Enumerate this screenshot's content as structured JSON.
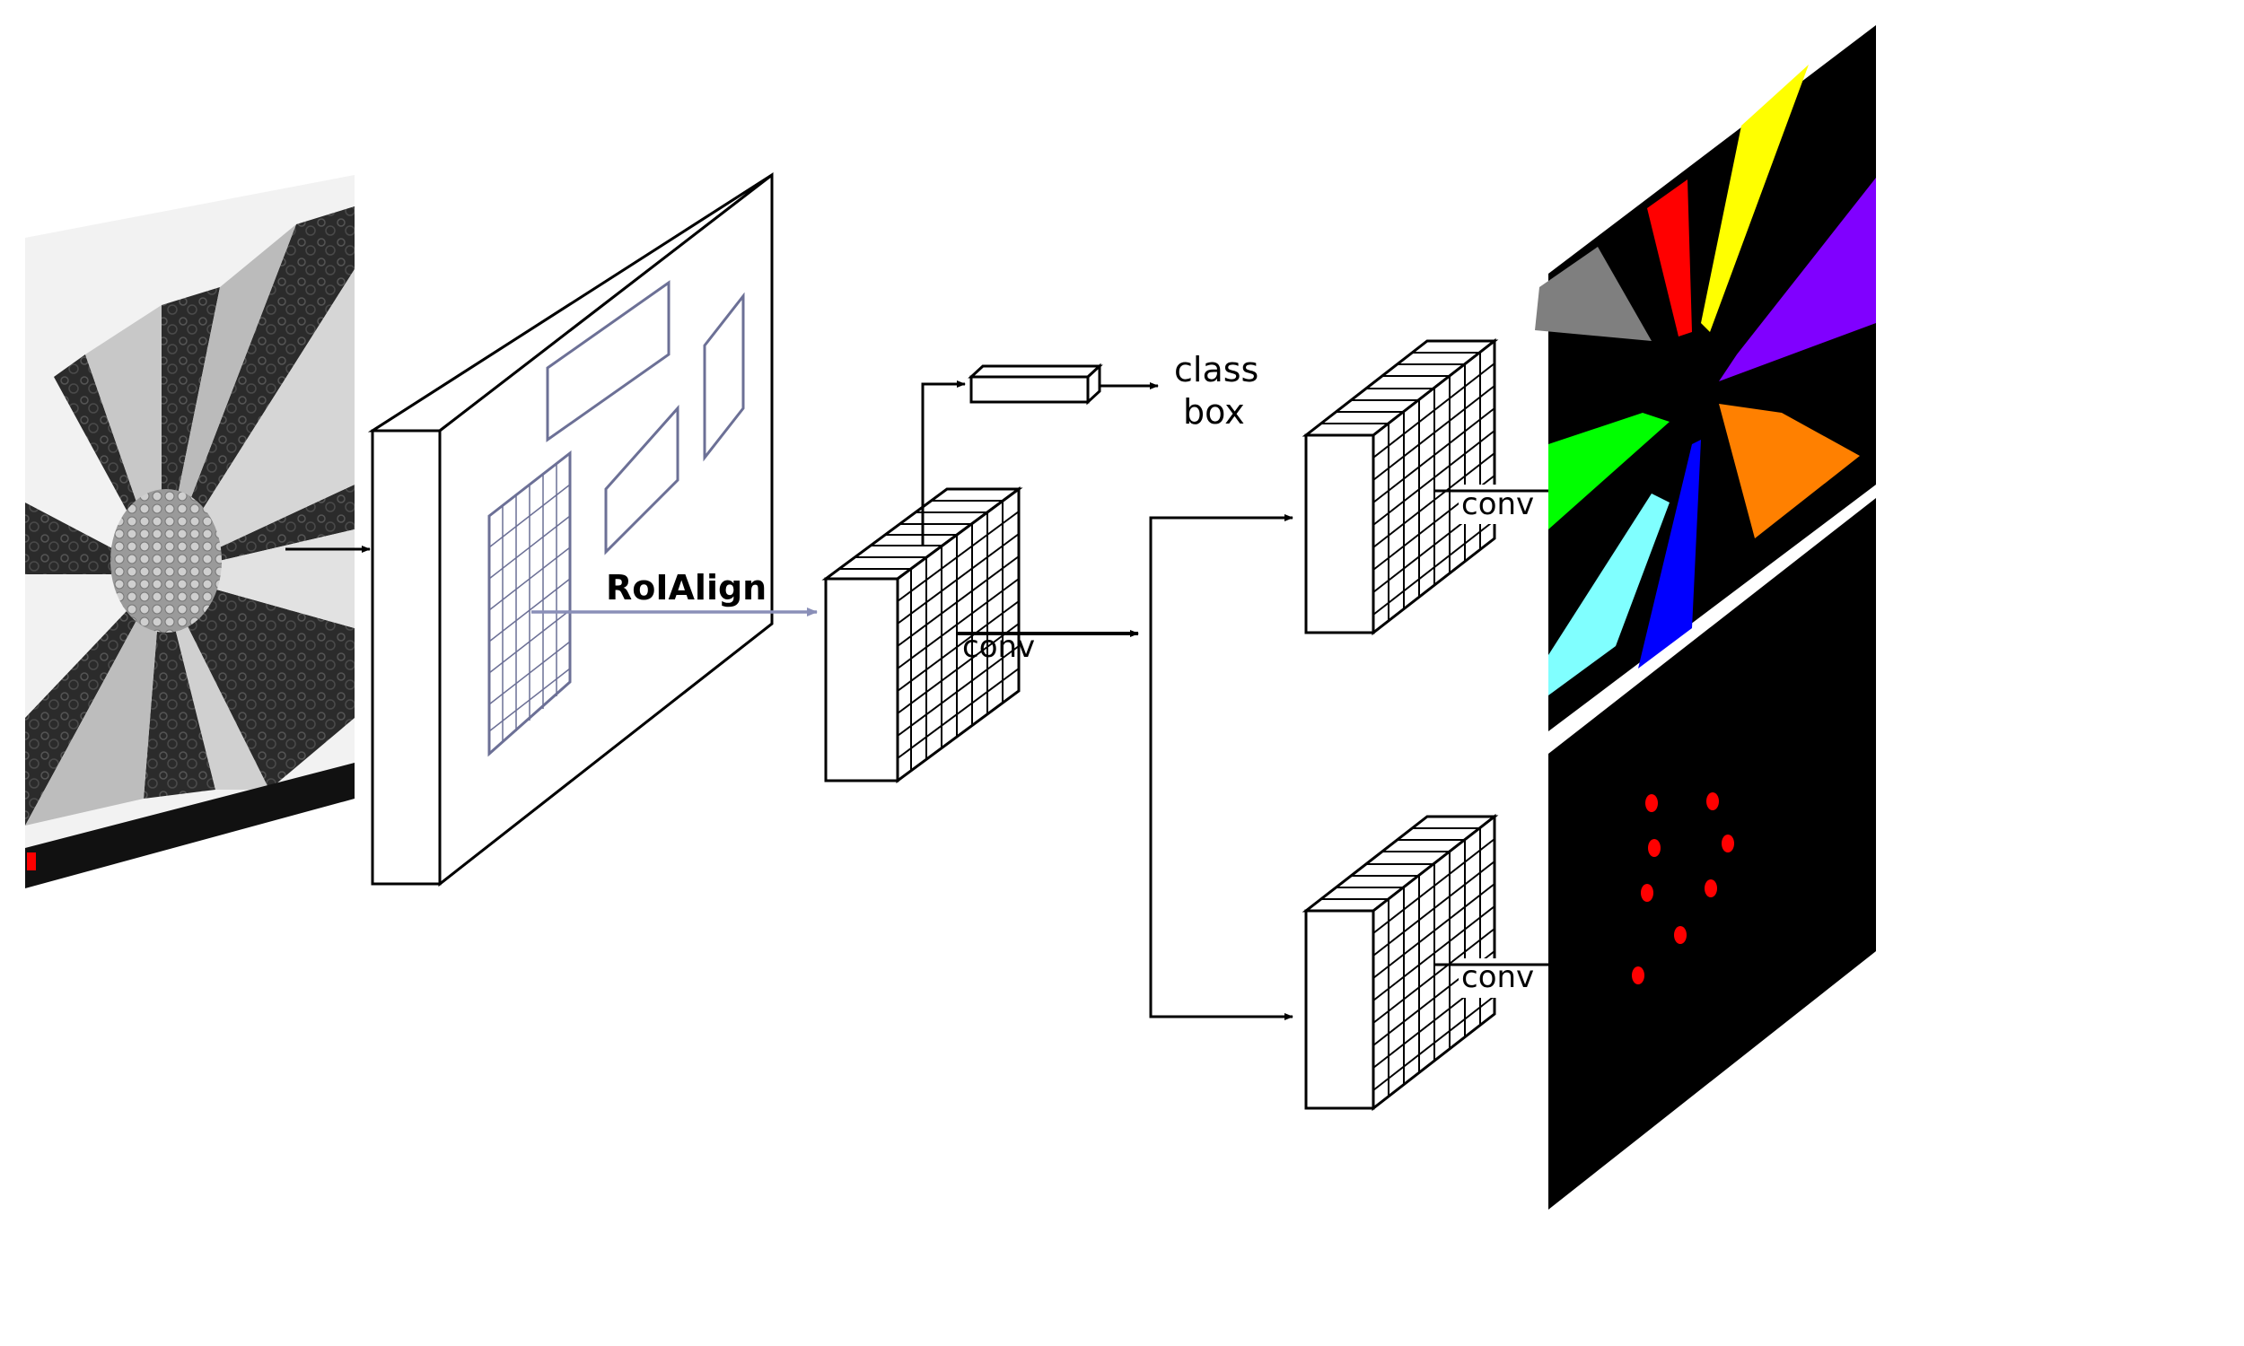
{
  "labels": {
    "roialign": "RoIAlign",
    "class": "class",
    "box": "box",
    "conv_main": "conv",
    "conv_upper": "conv",
    "conv_lower": "conv"
  },
  "colors": {
    "roi_arrow": "#8a8fb8",
    "roi_box": "#6c7096",
    "segments": [
      "#7f7f7f",
      "#ff0000",
      "#ffff00",
      "#8000ff",
      "#00ff00",
      "#0000ff",
      "#ff8000",
      "#80ffff"
    ],
    "keypoint": "#ff0000"
  },
  "icons": {
    "input_image": "microscope-image-icon",
    "seg_output": "segmentation-mask-icon",
    "kp_output": "keypoint-mask-icon"
  }
}
